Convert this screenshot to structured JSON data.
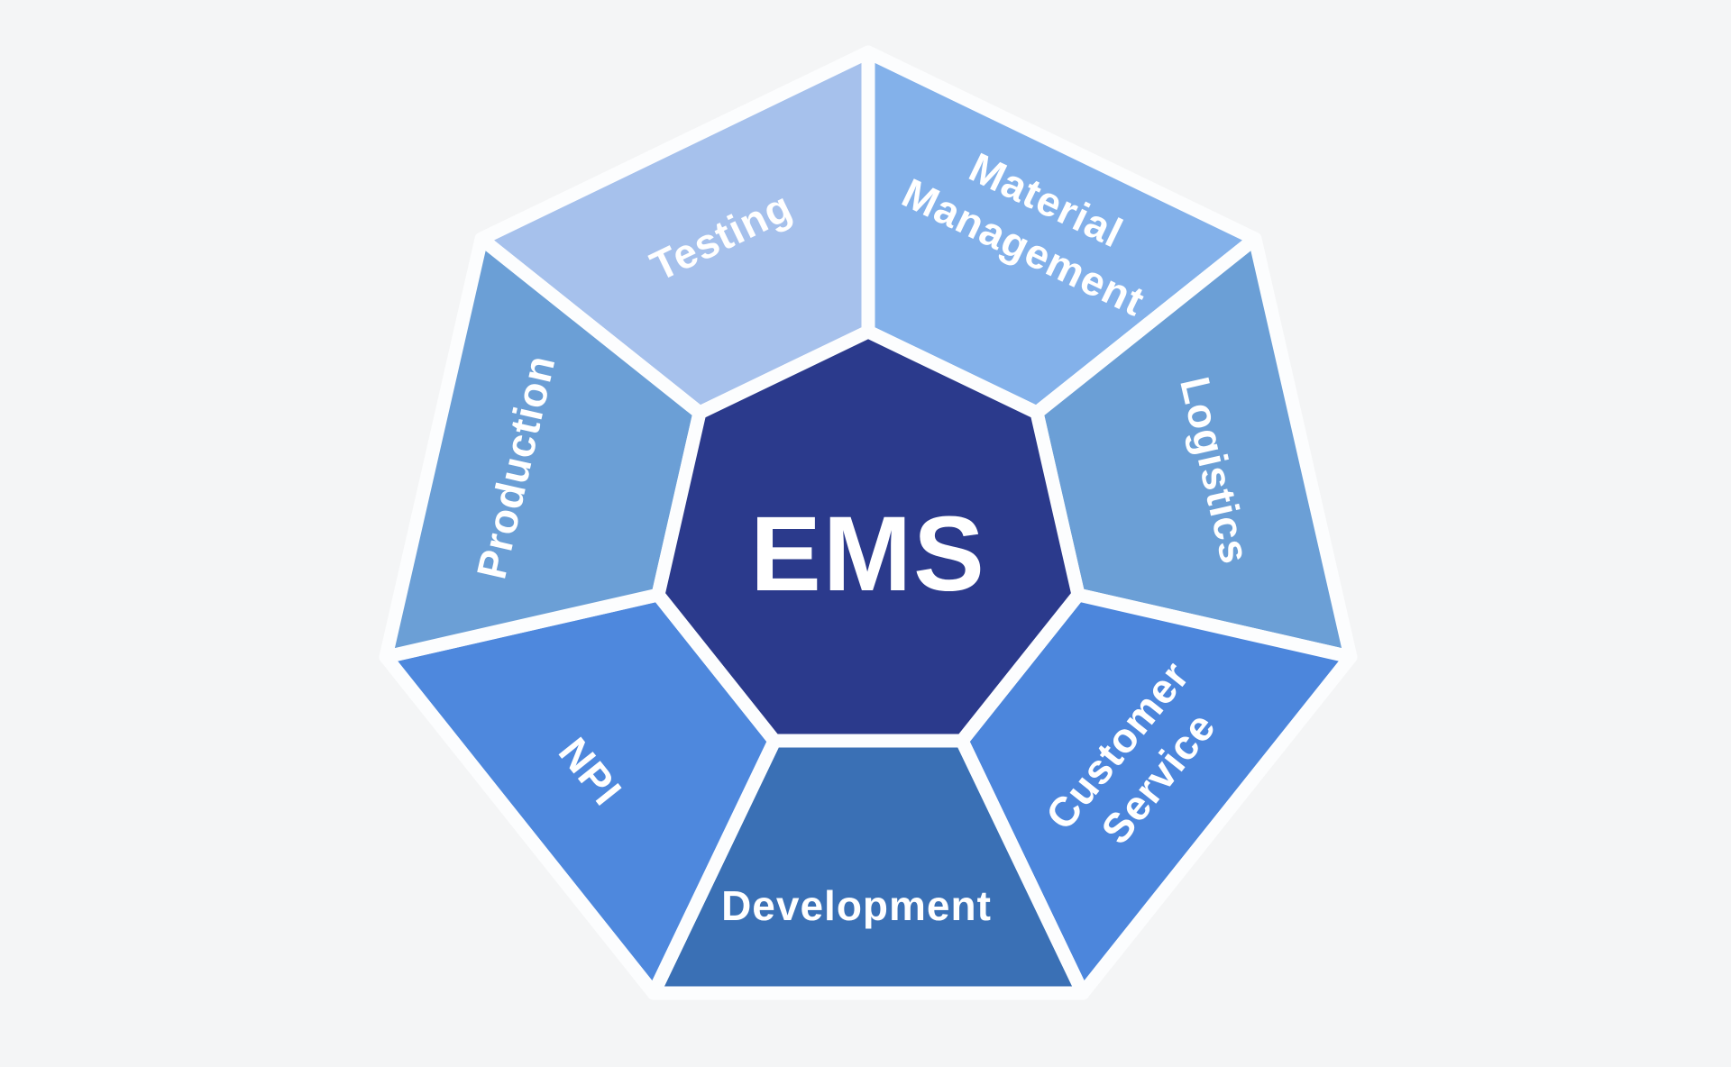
{
  "diagram": {
    "title": "EMS process heptagon",
    "center": {
      "label": "EMS",
      "color": "#2b3a8c"
    },
    "background_color": "#f4f5f6",
    "gap_color": "#fcfdfe",
    "text_color": "#ffffff",
    "segments": [
      {
        "id": "testing",
        "label": "Testing",
        "color": "#a6c1ec",
        "position": "top-left"
      },
      {
        "id": "material-management",
        "label": "Material Management",
        "line1": "Material",
        "line2": "Management",
        "color": "#83b1ea",
        "position": "top-right"
      },
      {
        "id": "logistics",
        "label": "Logistics",
        "color": "#6b9fd6",
        "position": "right"
      },
      {
        "id": "customer-service",
        "label": "Customer Service",
        "line1": "Customer",
        "line2": "Service",
        "color": "#4c86dc",
        "position": "bottom-right"
      },
      {
        "id": "development",
        "label": "Development",
        "color": "#3a70b5",
        "position": "bottom"
      },
      {
        "id": "npi",
        "label": "NPI",
        "color": "#4e88dd",
        "position": "bottom-left"
      },
      {
        "id": "production",
        "label": "Production",
        "color": "#6b9fd6",
        "position": "left"
      }
    ]
  }
}
